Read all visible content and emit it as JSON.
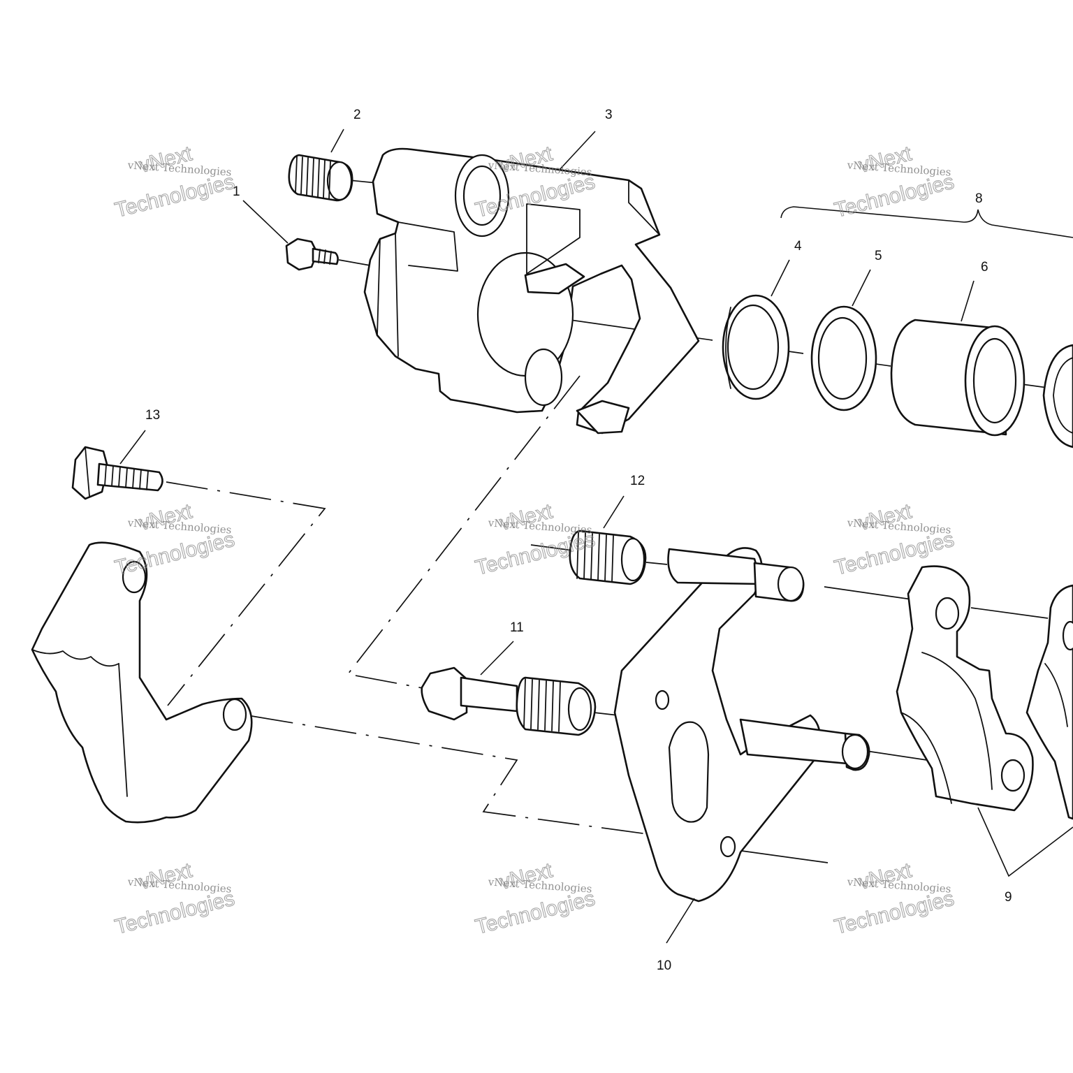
{
  "callouts": {
    "c1": "1",
    "c2": "2",
    "c3": "3",
    "c4": "4",
    "c5": "5",
    "c6": "6",
    "c8": "8",
    "c9": "9",
    "c10": "10",
    "c11": "11",
    "c12": "12",
    "c13": "13"
  },
  "watermark": {
    "line_small": "vNext Technologies",
    "line_big_1": "vNext",
    "line_big_2": "Technologies"
  },
  "colors": {
    "ink": "#111111",
    "watermark": "#8a8a8a",
    "background": "#ffffff"
  }
}
